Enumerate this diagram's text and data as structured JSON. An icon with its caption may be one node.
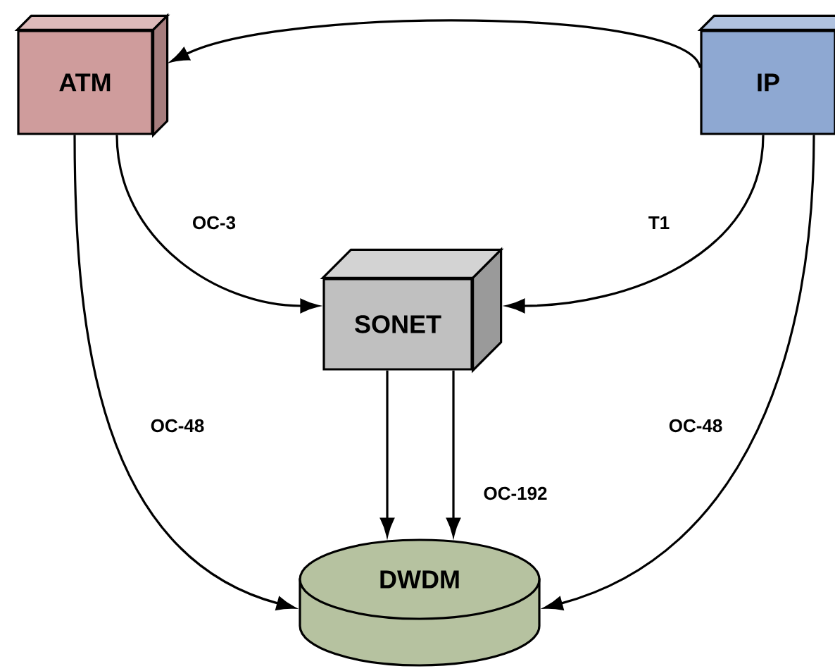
{
  "diagram": {
    "nodes": [
      {
        "text": [
          "ATM"
        ]
      },
      {
        "text": [
          "IP"
        ]
      },
      {
        "text": [
          "SONET"
        ]
      },
      {
        "text": [
          "DWDM"
        ]
      }
    ],
    "edges": [
      {
        "from": 1,
        "to": 0,
        "arrow": "to"
      },
      {
        "from": 0,
        "to": 2,
        "arrow": "to",
        "label": "OC-3"
      },
      {
        "from": 1,
        "to": 2,
        "arrow": "to",
        "label": "T1"
      },
      {
        "from": 0,
        "to": 3,
        "arrow": "to",
        "label": "OC-48"
      },
      {
        "from": 1,
        "to": 3,
        "arrow": "to",
        "label": "OC-48"
      },
      {
        "from": 2,
        "to": 3,
        "arrow": "to"
      },
      {
        "from": 2,
        "to": 3,
        "arrow": "to",
        "label": "OC-192"
      }
    ]
  }
}
